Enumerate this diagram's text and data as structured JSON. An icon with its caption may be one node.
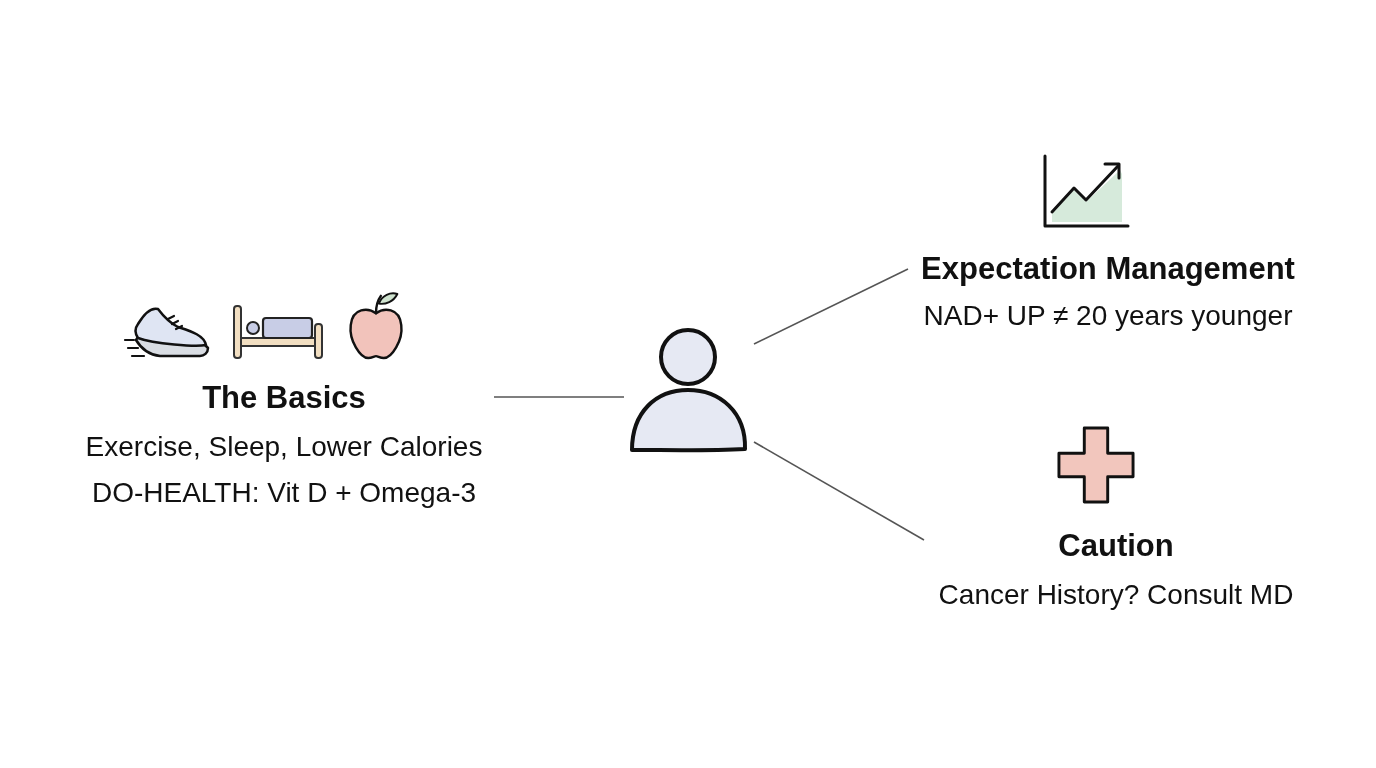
{
  "diagram": {
    "nodes": [
      {
        "text": [
          "The Basics",
          "Exercise, Sleep, Lower Calories",
          "DO-HEALTH: Vit D + Omega-3"
        ]
      },
      {
        "text": [],
        "shape": "person"
      },
      {
        "text": [
          "Expectation Management",
          "NAD+ UP ≠ 20 years younger"
        ]
      },
      {
        "text": [
          "Caution",
          "Cancer History? Consult MD"
        ]
      }
    ],
    "edges": [
      {
        "from": 0,
        "to": 1,
        "arrow": "none"
      },
      {
        "from": 1,
        "to": 2,
        "arrow": "none"
      },
      {
        "from": 1,
        "to": 3,
        "arrow": "none"
      }
    ]
  }
}
